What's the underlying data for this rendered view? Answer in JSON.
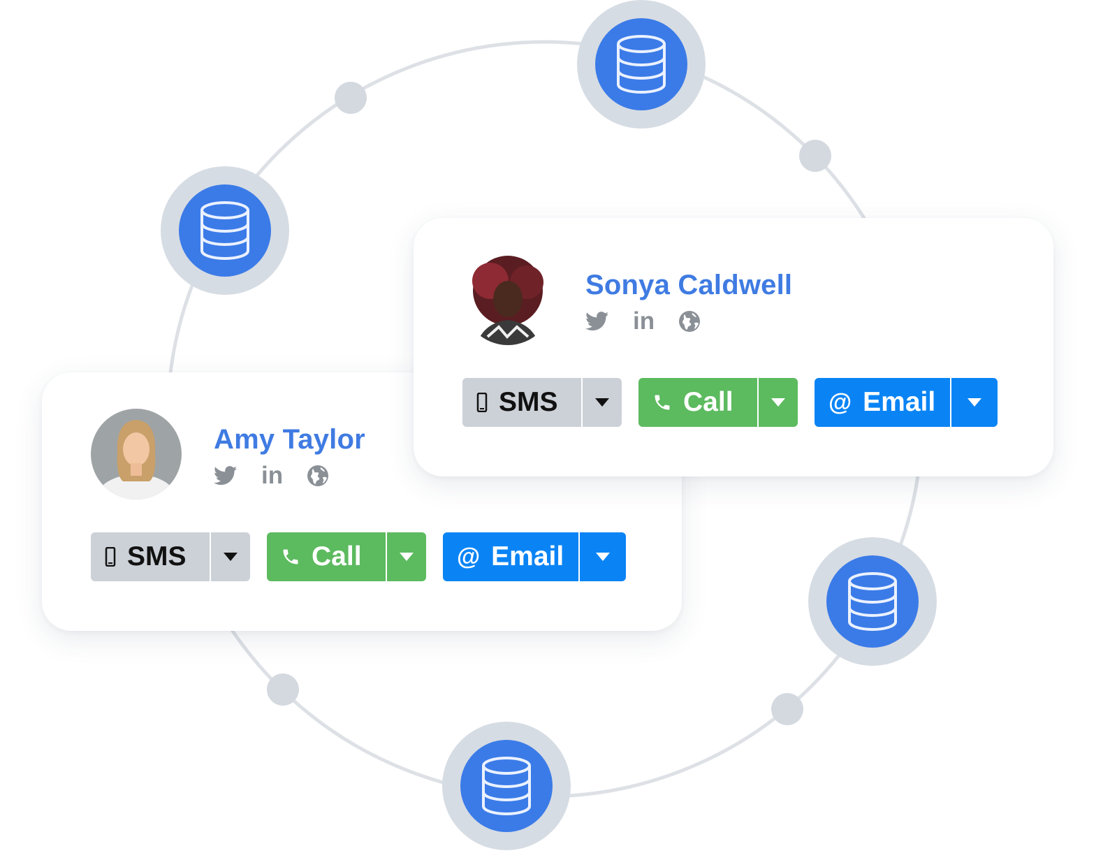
{
  "colors": {
    "node_outer": "#d6dce3",
    "node_inner": "#3b7be8",
    "ring": "#dde1e6",
    "name": "#3f7be2",
    "sms": "#ccd1d7",
    "call": "#5cba5f",
    "email": "#0a84f5",
    "social": "#8a9096"
  },
  "contacts": [
    {
      "name": "Sonya Caldwell",
      "avatar": "avatar-photo",
      "socials": [
        "twitter-icon",
        "linkedin-icon",
        "globe-icon"
      ],
      "linkedin_label": "in",
      "buttons": {
        "sms": "SMS",
        "call": "Call",
        "email": "Email"
      }
    },
    {
      "name": "Amy Taylor",
      "avatar": "avatar-photo",
      "socials": [
        "twitter-icon",
        "linkedin-icon",
        "globe-icon"
      ],
      "linkedin_label": "in",
      "buttons": {
        "sms": "SMS",
        "call": "Call",
        "email": "Email"
      }
    }
  ],
  "nodes": [
    "database-icon",
    "database-icon",
    "database-icon",
    "database-icon"
  ],
  "email_prefix": "@"
}
